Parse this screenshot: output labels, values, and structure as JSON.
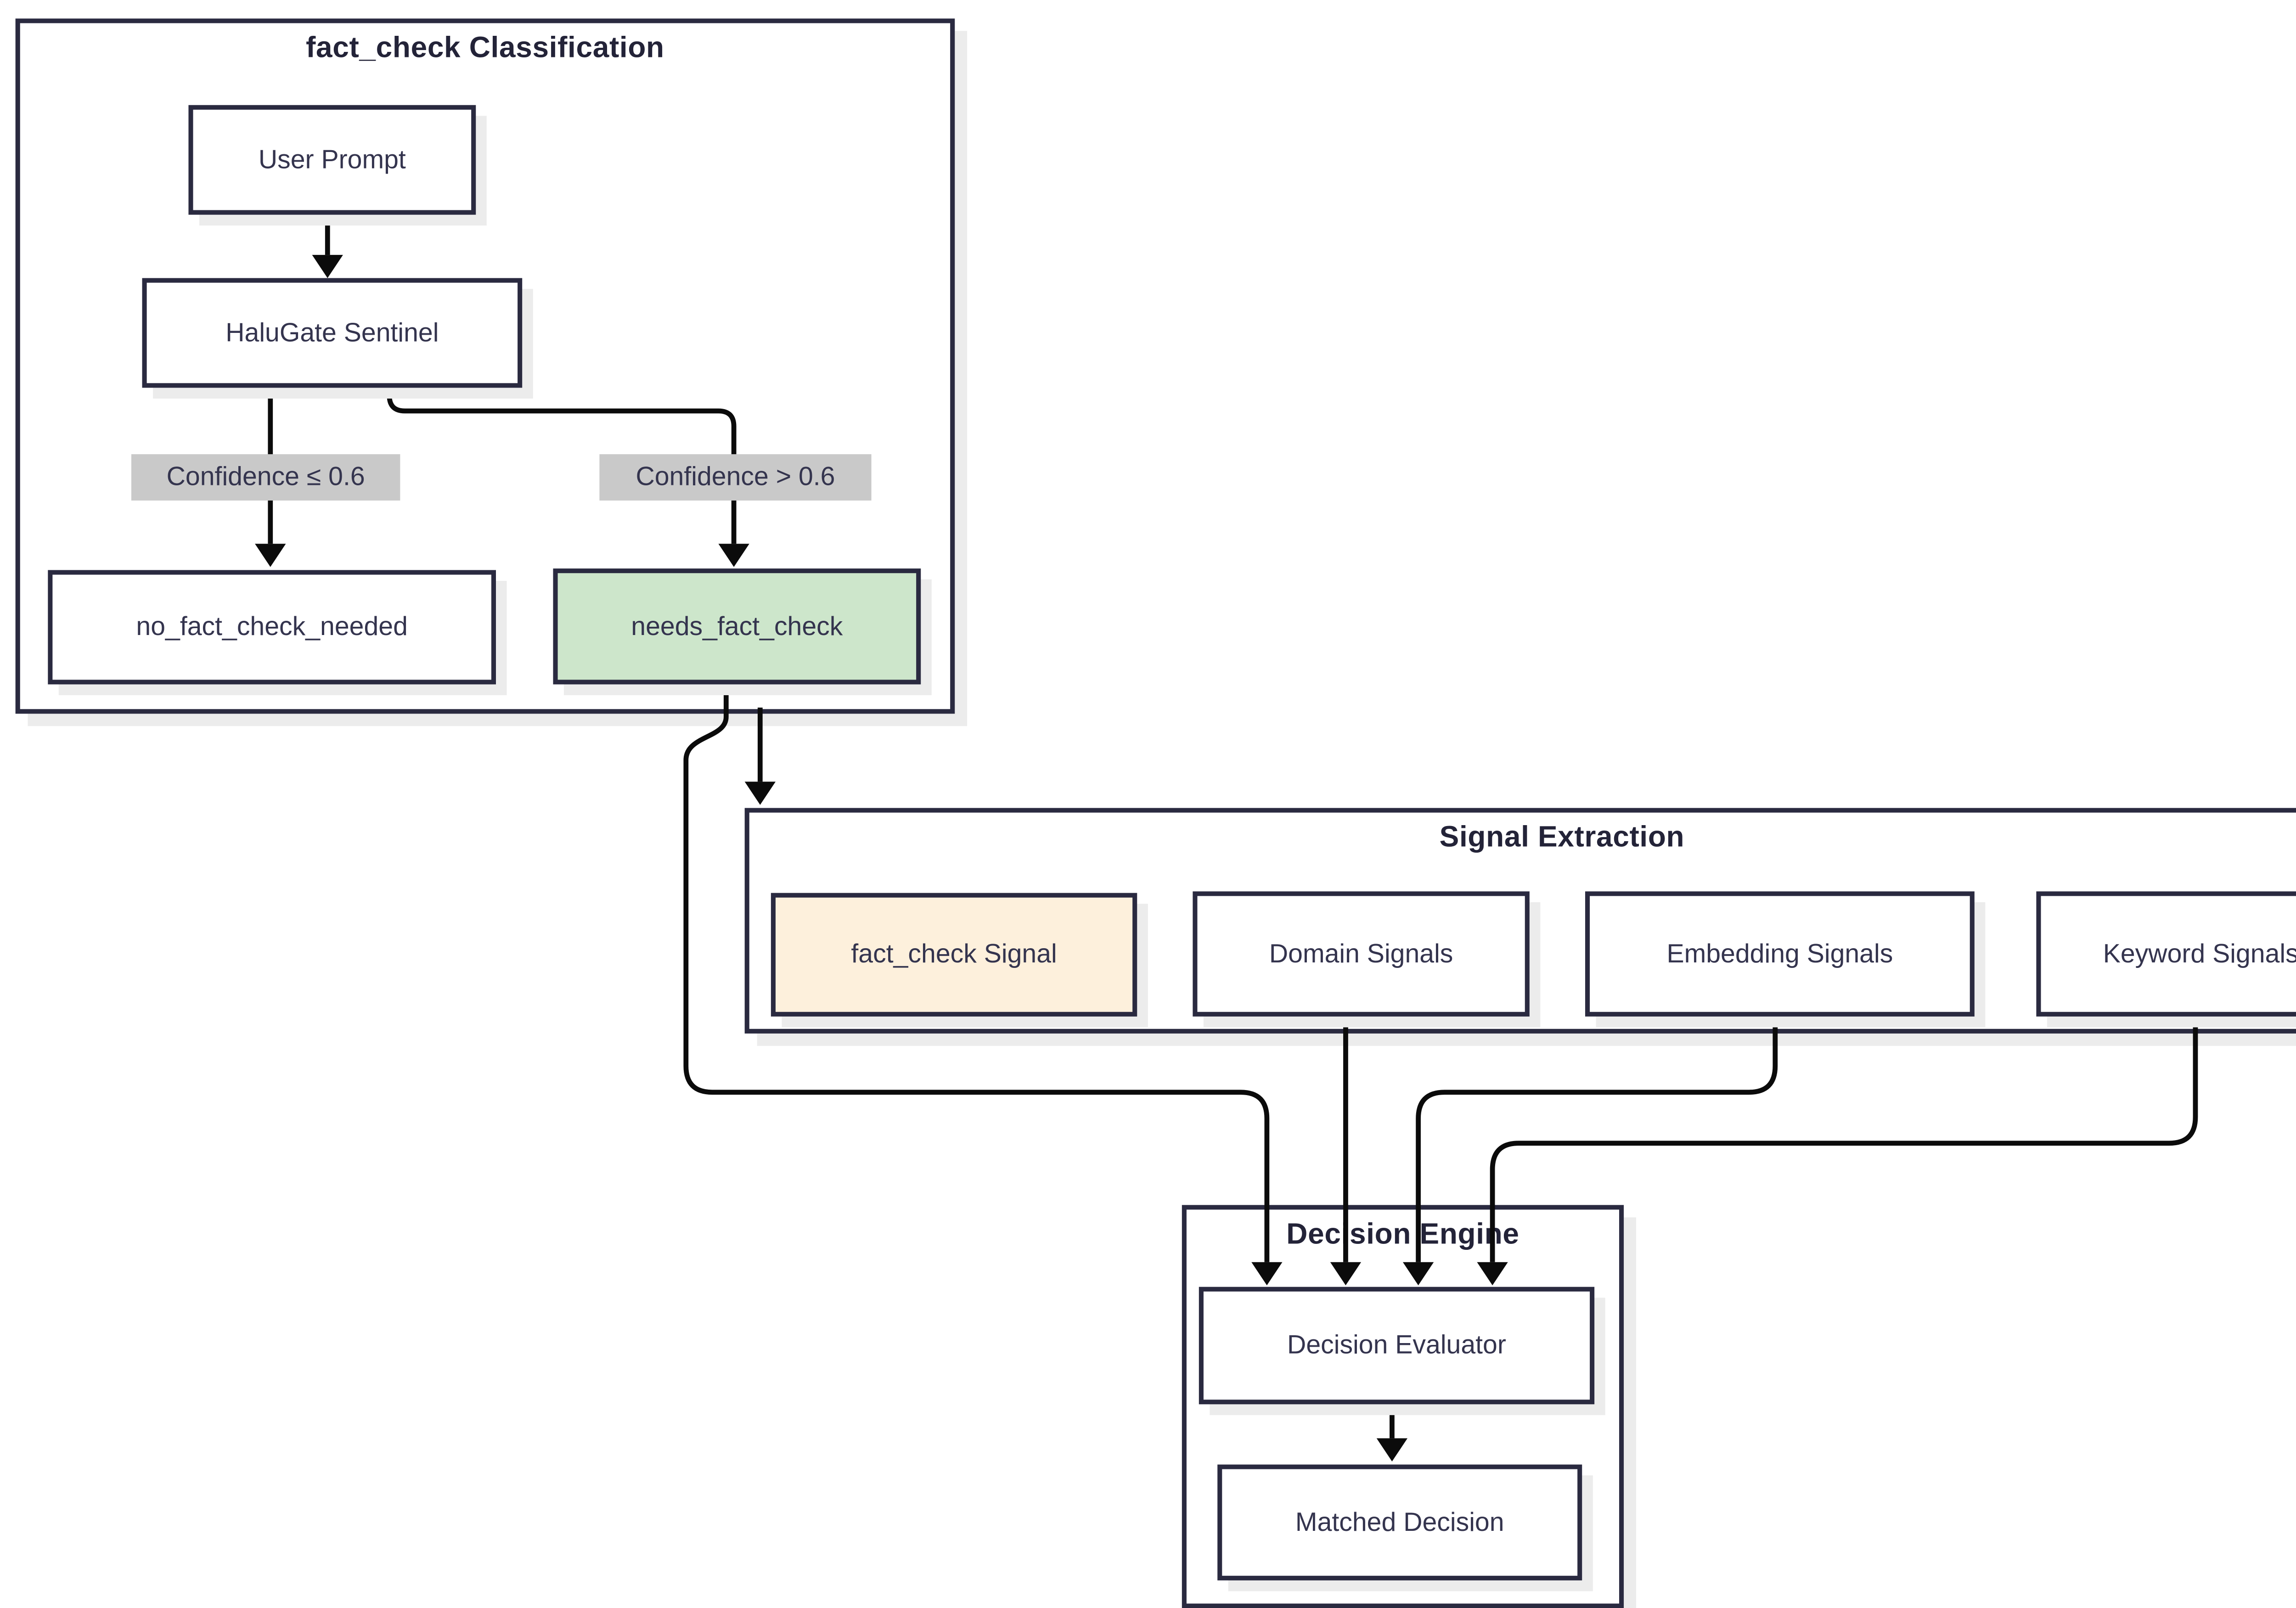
{
  "diagram": {
    "type": "flowchart",
    "subgraphs": [
      {
        "title": "fact_check Classification"
      },
      {
        "title": "Signal Extraction"
      },
      {
        "title": "Decision Engine"
      }
    ],
    "nodes": [
      {
        "label": "User Prompt",
        "style": "default"
      },
      {
        "label": "HaluGate Sentinel",
        "style": "default"
      },
      {
        "label": "no_fact_check_needed",
        "style": "default"
      },
      {
        "label": "needs_fact_check",
        "style": "green-highlight"
      },
      {
        "label": "fact_check Signal",
        "style": "peach-highlight"
      },
      {
        "label": "Domain Signals",
        "style": "default"
      },
      {
        "label": "Embedding Signals",
        "style": "default"
      },
      {
        "label": "Keyword Signals",
        "style": "default"
      },
      {
        "label": "Decision Evaluator",
        "style": "default"
      },
      {
        "label": "Matched Decision",
        "style": "default"
      }
    ],
    "edge_labels": [
      {
        "text": "Confidence ≤ 0.6"
      },
      {
        "text": "Confidence > 0.6"
      }
    ],
    "edges": [
      {
        "from": "User Prompt",
        "to": "HaluGate Sentinel",
        "label": ""
      },
      {
        "from": "HaluGate Sentinel",
        "to": "no_fact_check_needed",
        "label": "Confidence ≤ 0.6"
      },
      {
        "from": "HaluGate Sentinel",
        "to": "needs_fact_check",
        "label": "Confidence > 0.6"
      },
      {
        "from": "needs_fact_check",
        "to": "Signal Extraction",
        "label": ""
      },
      {
        "from": "needs_fact_check",
        "to": "Decision Evaluator",
        "label": ""
      },
      {
        "from": "Domain Signals",
        "to": "Decision Evaluator",
        "label": ""
      },
      {
        "from": "Embedding Signals",
        "to": "Decision Evaluator",
        "label": ""
      },
      {
        "from": "Keyword Signals",
        "to": "Decision Evaluator",
        "label": ""
      },
      {
        "from": "Decision Evaluator",
        "to": "Matched Decision",
        "label": ""
      }
    ],
    "colors": {
      "node_border": "#2a2a40",
      "text": "#34344e",
      "edge_line": "#0b0b0b",
      "green_highlight": "#cde6cb",
      "peach_highlight": "#fdf0dc",
      "edge_label_bg": "#c9c9c9",
      "shadow": "#ececec",
      "background": "#ffffff"
    }
  }
}
